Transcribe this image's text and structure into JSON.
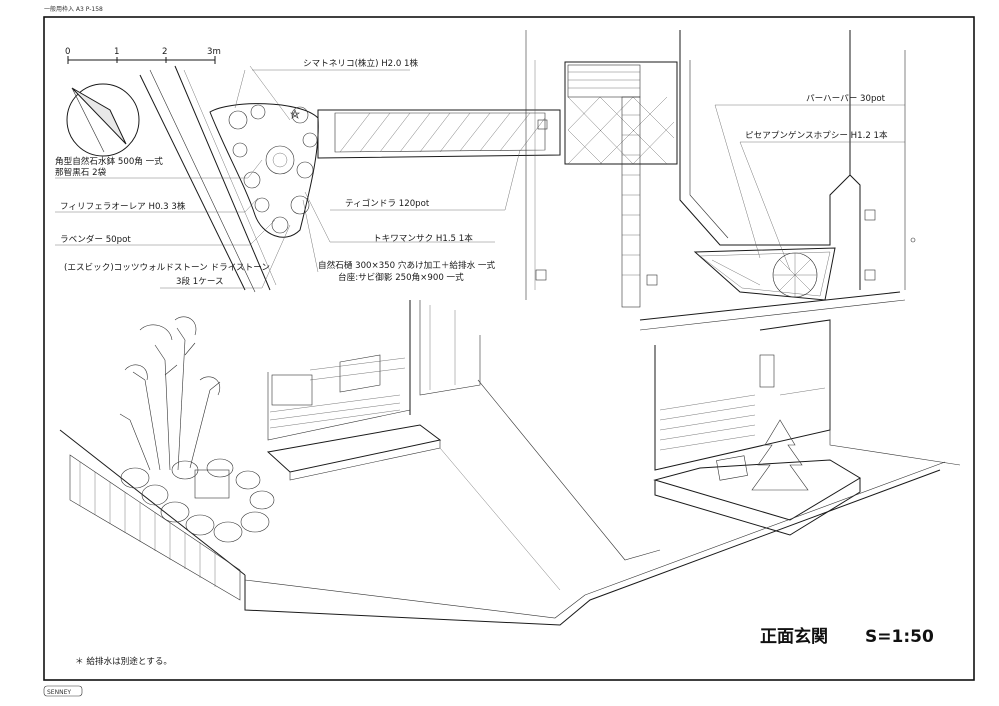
{
  "header": {
    "catalog_ref": "一般用枠入 A3 P-158"
  },
  "scale_bar": {
    "ticks": [
      "0",
      "1",
      "2",
      "3m"
    ]
  },
  "plan_labels": {
    "shimatoneriko": "シマトネリコ(株立) H2.0 1株",
    "stone_basin": "角型自然石水鉢 500角 一式",
    "nachi_stone": "那智黒石 2袋",
    "filifera": "フィリフェラオーレア H0.3 3株",
    "lavender": "ラベンダー 50pot",
    "cotswold": "(エスビック)コッツウォルドストーン ドライストーン",
    "cotswold_qty": "3段 1ケース",
    "tigondora": "ティゴンドラ 120pot",
    "tokiwamansaku": "トキワマンサク H1.5 1本",
    "stone_gutter": "自然石樋 300×350 穴あけ加工＋給排水 一式",
    "pedestal": "台座:サビ御影 250角×900 一式",
    "perhaper": "パーハーパー 30pot",
    "picea": "ピセアプンゲンスホプシー H1.2 1本"
  },
  "footer": {
    "note": "＊ 給排水は別途とする。",
    "title": "正面玄関",
    "scale": "S=1:50",
    "brand": "SENNEY"
  }
}
